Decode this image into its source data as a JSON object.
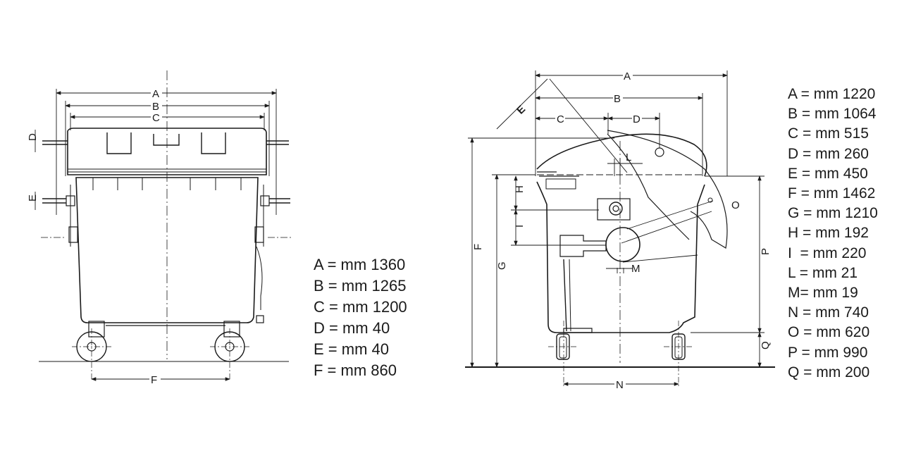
{
  "front_view": {
    "labels": [
      "A",
      "B",
      "C",
      "D",
      "E",
      "F"
    ],
    "dimensions": [
      {
        "letter": "A",
        "text": "A = mm 1360"
      },
      {
        "letter": "B",
        "text": "B = mm 1265"
      },
      {
        "letter": "C",
        "text": "C = mm 1200"
      },
      {
        "letter": "D",
        "text": "D = mm 40"
      },
      {
        "letter": "E",
        "text": "E = mm 40"
      },
      {
        "letter": "F",
        "text": "F = mm 860"
      }
    ]
  },
  "side_view": {
    "labels": [
      "A",
      "B",
      "C",
      "D",
      "E",
      "L",
      "H",
      "I",
      "O",
      "F",
      "G",
      "P",
      "M",
      "Q",
      "N"
    ],
    "dimensions": [
      {
        "letter": "A",
        "text": "A = mm 1220"
      },
      {
        "letter": "B",
        "text": "B = mm 1064"
      },
      {
        "letter": "C",
        "text": "C = mm 515"
      },
      {
        "letter": "D",
        "text": "D = mm 260"
      },
      {
        "letter": "E",
        "text": "E = mm 450"
      },
      {
        "letter": "F",
        "text": "F = mm 1462"
      },
      {
        "letter": "G",
        "text": "G = mm 1210"
      },
      {
        "letter": "H",
        "text": "H = mm 192"
      },
      {
        "letter": "I",
        "text": "I  = mm 220"
      },
      {
        "letter": "L",
        "text": "L = mm 21"
      },
      {
        "letter": "M",
        "text": "M= mm 19"
      },
      {
        "letter": "N",
        "text": "N = mm 740"
      },
      {
        "letter": "O",
        "text": "O = mm 620"
      },
      {
        "letter": "P",
        "text": "P = mm 990"
      },
      {
        "letter": "Q",
        "text": "Q = mm 200"
      }
    ]
  },
  "colors": {
    "line": "#1a1a1a",
    "body_fill": "#ffffff"
  }
}
